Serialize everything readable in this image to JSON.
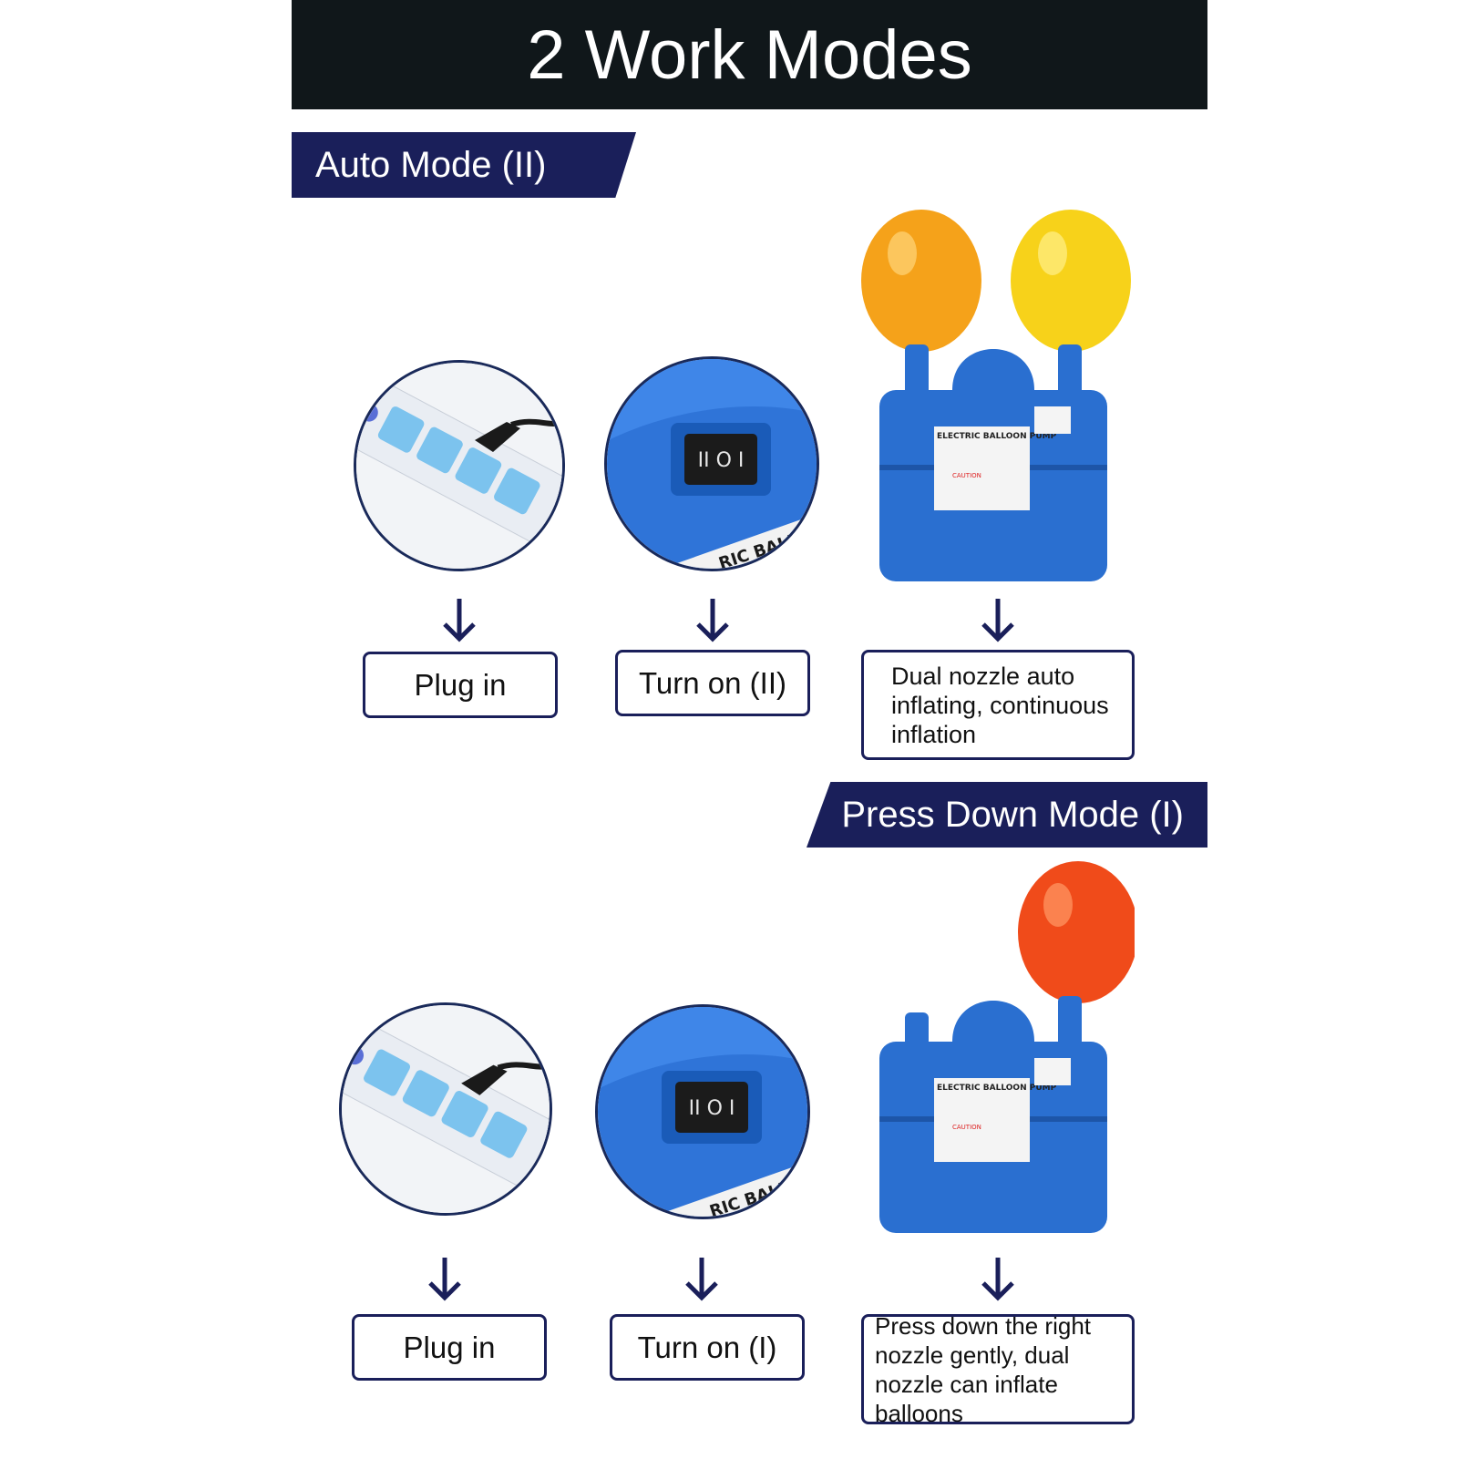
{
  "title": "2 Work Modes",
  "auto_mode": {
    "banner": "Auto Mode (II)",
    "steps": [
      "Plug in",
      "Turn on (II)"
    ],
    "result": [
      "Dual nozzle auto",
      "inflating, continuous",
      "inflation"
    ]
  },
  "press_mode": {
    "banner": "Press Down Mode (I)",
    "steps": [
      "Plug in",
      "Turn on (I)"
    ],
    "result": [
      "Press down the right",
      "nozzle gently, dual",
      "nozzle can inflate balloons"
    ]
  },
  "product_label": {
    "brand": "ELECTRIC BALLOON PUMP",
    "switch_text": "RIC BALLOON PU",
    "caution": "CAUTION"
  },
  "colors": {
    "title_bg": "#10171a",
    "banner_bg": "#1a1f5a",
    "pump_blue": "#2a6fd0",
    "balloon_orange": "#f5a21a",
    "balloon_yellow": "#f7d21a",
    "balloon_red": "#f04b1a"
  }
}
